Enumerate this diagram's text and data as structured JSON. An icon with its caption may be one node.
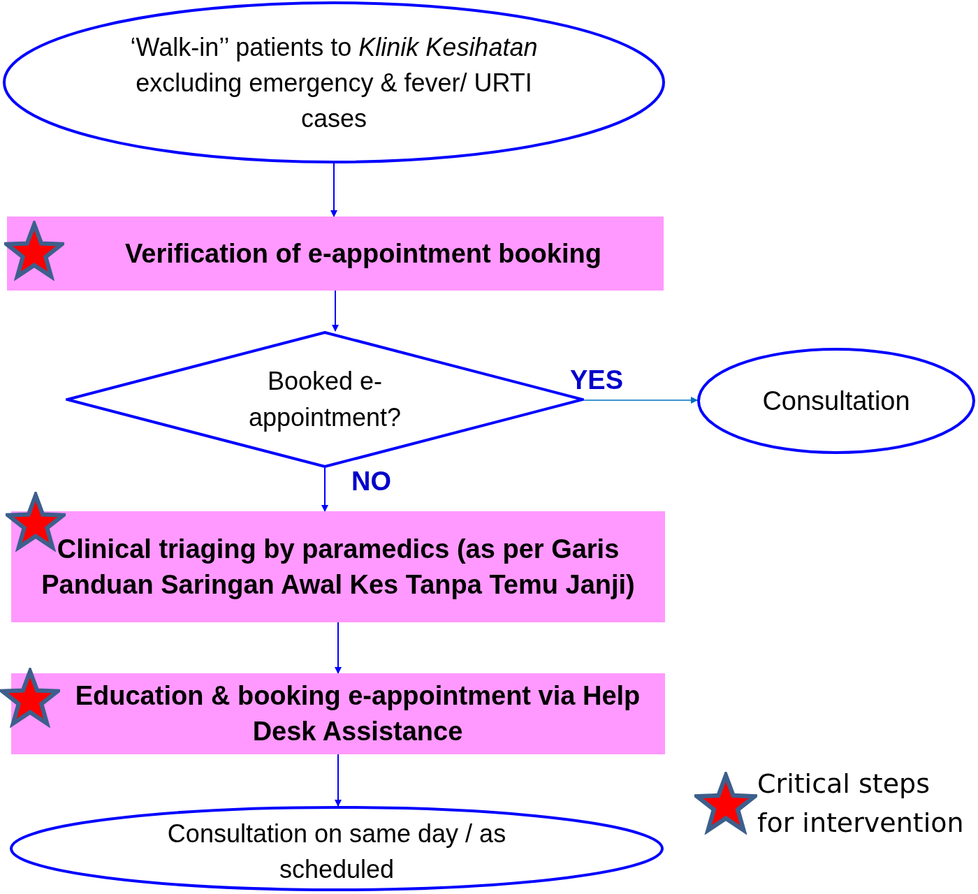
{
  "diagram": {
    "nodes": [
      {
        "text": [
          "‘Walk-in’’ patients to *Klinik Kesihatan* excluding emergency & fever/ URTI cases"
        ]
      },
      {
        "text": [
          "Verification of e-appointment booking"
        ]
      },
      {
        "text": [
          "Booked e-appointment?"
        ]
      },
      {
        "text": [
          "Consultation"
        ]
      },
      {
        "text": [
          "Clinical triaging by paramedics (as per Garis Panduan Saringan Awal Kes Tanpa Temu Janji)"
        ]
      },
      {
        "text": [
          "Education & booking e-appointment via Help Desk Assistance"
        ]
      },
      {
        "text": [
          "Consultation on same day / as scheduled"
        ]
      }
    ],
    "edges": [
      {
        "from": 0,
        "to": 1,
        "arrow": "to"
      },
      {
        "from": 1,
        "to": 2,
        "arrow": "to"
      },
      {
        "from": 2,
        "to": 3,
        "arrow": "to",
        "label": "YES",
        "color": "#0070c0"
      },
      {
        "from": 2,
        "to": 4,
        "arrow": "to",
        "label": "NO"
      },
      {
        "from": 4,
        "to": 5,
        "arrow": "to"
      },
      {
        "from": 5,
        "to": 6,
        "arrow": "to"
      }
    ],
    "legend": [
      {
        "text": "Critical steps for intervention"
      }
    ]
  }
}
